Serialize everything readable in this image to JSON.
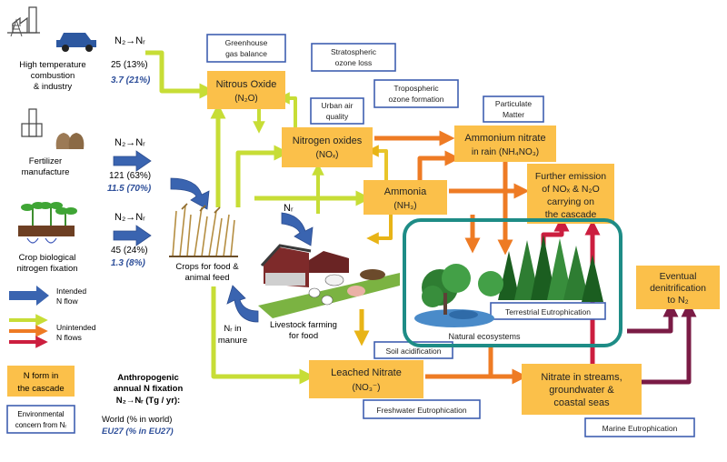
{
  "colors": {
    "n_form_fill": "#FBC04A",
    "concern_border": "#3F5FB0",
    "intended_arrow": "#3A64B0",
    "green_arrow": "#C7DD36",
    "orange_arrow": "#EE7B24",
    "red_arrow": "#CC1E3F",
    "purple_arrow": "#7A1B45",
    "teal_outline": "#1E8C86",
    "italic_blue": "#2E4F9A"
  },
  "sources": {
    "combustion": {
      "label_l1": "High temperature",
      "label_l2": "combustion",
      "label_l3": "& industry",
      "formula": "N₂→Nᵣ",
      "world": "25 (13%)",
      "eu": "3.7  (21%)"
    },
    "fertilizer": {
      "label_l1": "Fertilizer",
      "label_l2": "manufacture",
      "formula": "N₂→Nᵣ",
      "world": "121 (63%)",
      "eu": "11.5 (70%)"
    },
    "biological": {
      "label_l1": "Crop  biological",
      "label_l2": "nitrogen fixation",
      "formula": "N₂→Nᵣ",
      "world": "45 (24%)",
      "eu": "1.3  (8%)"
    }
  },
  "crops": {
    "l1": "Crops for food &",
    "l2": "animal feed"
  },
  "livestock": {
    "l1": "Livestock farming",
    "l2": "for food"
  },
  "manure": {
    "l1": "Nᵣ in",
    "l2": "manure"
  },
  "nr_label": "Nᵣ",
  "ecosystems_label": "Natural ecosystems",
  "n_forms": {
    "nitrous_oxide": {
      "l1": "Nitrous Oxide",
      "l2": "(N₂O)"
    },
    "nitrogen_oxides": {
      "l1": "Nitrogen oxides",
      "l2": "(NOₓ)"
    },
    "ammonium_nitrate": {
      "l1": "Ammonium nitrate",
      "l2": "in rain (NH₄NO₃)"
    },
    "ammonia": {
      "l1": "Ammonia",
      "l2": "(NH₃)"
    },
    "further_emission": {
      "l1": "Further emission",
      "l2": "of NOₓ & N₂O",
      "l3": "carrying on",
      "l4": "the cascade"
    },
    "eventual_denitrification": {
      "l1": "Eventual",
      "l2": "denitrification",
      "l3": "to N₂"
    },
    "leached_nitrate": {
      "l1": "Leached Nitrate",
      "l2": "(NO₃⁻)"
    },
    "nitrate_streams": {
      "l1": "Nitrate in streams,",
      "l2": "groundwater &",
      "l3": "coastal seas"
    }
  },
  "concerns": {
    "greenhouse": {
      "l1": "Greenhouse",
      "l2": "gas balance"
    },
    "stratospheric": {
      "l1": "Stratospheric",
      "l2": "ozone loss"
    },
    "tropospheric": {
      "l1": "Tropospheric",
      "l2": "ozone formation"
    },
    "urban_air": {
      "l1": "Urban air",
      "l2": "quality"
    },
    "particulate": {
      "l1": "Particulate",
      "l2": "Matter"
    },
    "terrestrial": "Terrestrial Eutrophication",
    "soil": "Soil acidification",
    "freshwater": "Freshwater Eutrophication",
    "marine": "Marine  Eutrophication"
  },
  "legend": {
    "intended_l1": "Intended",
    "intended_l2": "N flow",
    "unintended_l1": "Unintended",
    "unintended_l2": "N flows",
    "n_form_l1": "N form in",
    "n_form_l2": "the cascade",
    "concern_l1": "Environmental",
    "concern_l2": "concern from Nᵣ"
  },
  "key": {
    "title_l1": "Anthropogenic",
    "title_l2": "annual N fixation",
    "title_l3": "N₂→Nᵣ (Tg / yr):",
    "world": "World (% in world)",
    "eu": "EU27 (% in EU27)"
  }
}
